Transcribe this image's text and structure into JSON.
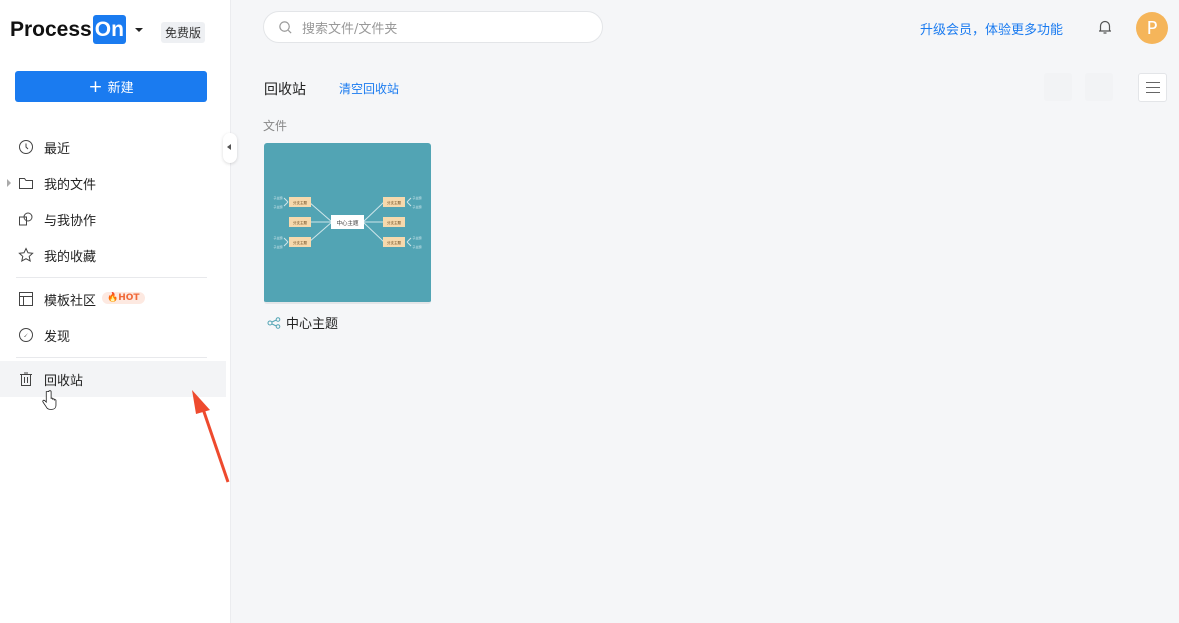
{
  "app": {
    "logo_text": "Process",
    "logo_badge": "On",
    "plan_badge": "免费版",
    "new_button": "新建"
  },
  "sidebar": {
    "items": [
      {
        "label": "最近",
        "icon": "clock-icon"
      },
      {
        "label": "我的文件",
        "icon": "folder-icon"
      },
      {
        "label": "与我协作",
        "icon": "collaborate-icon"
      },
      {
        "label": "我的收藏",
        "icon": "star-icon"
      },
      {
        "label": "模板社区",
        "icon": "template-icon",
        "badge": "HOT"
      },
      {
        "label": "发现",
        "icon": "compass-icon"
      },
      {
        "label": "回收站",
        "icon": "trash-icon",
        "active": true
      }
    ]
  },
  "header": {
    "search_placeholder": "搜索文件/文件夹",
    "upgrade": "升级会员，体验更多功能",
    "avatar": "P"
  },
  "main": {
    "title": "回收站",
    "clear_label": "清空回收站",
    "section_label": "文件",
    "files": [
      {
        "name": "中心主题",
        "thumbnail": {
          "center": "中心主题",
          "branch": "分支主题",
          "leaf": "子主题"
        }
      }
    ]
  },
  "colors": {
    "accent": "#1a7bf0",
    "thumbnail_bg": "#52a4b4",
    "hot": "#f06a3a"
  }
}
